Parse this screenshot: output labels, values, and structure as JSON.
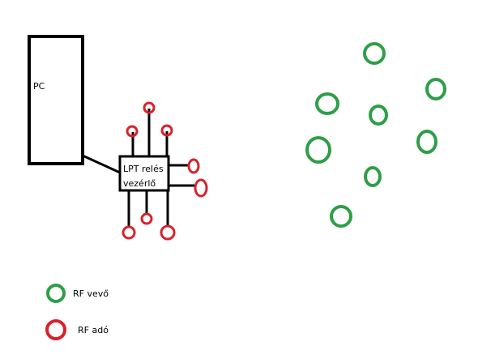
{
  "pc": {
    "label": "PC"
  },
  "controller": {
    "line1": "LPT relés",
    "line2": "vezérlő"
  },
  "legend": {
    "receiver_label": "RF vevő",
    "transmitter_label": "RF adó"
  },
  "colors": {
    "receiver": "#2e9e48",
    "transmitter": "#d6232b",
    "line": "#000000"
  }
}
